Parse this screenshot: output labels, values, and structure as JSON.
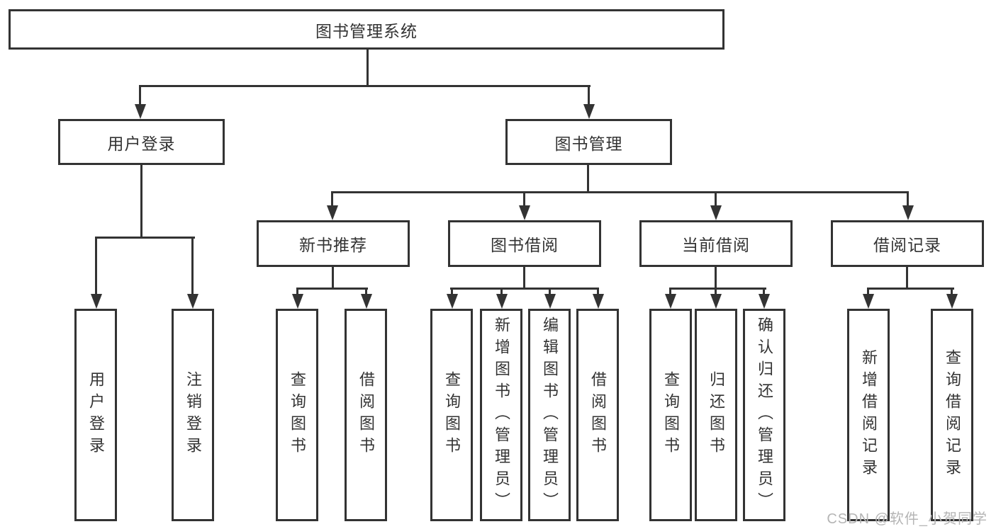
{
  "diagram": {
    "root": {
      "label": "图书管理系统"
    },
    "level2": {
      "user_login": {
        "label": "用户登录"
      },
      "book_mgmt": {
        "label": "图书管理"
      }
    },
    "level3": {
      "new_books": {
        "label": "新书推荐"
      },
      "book_borrow": {
        "label": "图书借阅"
      },
      "current_borrow": {
        "label": "当前借阅"
      },
      "borrow_records": {
        "label": "借阅记录"
      }
    },
    "leaves": {
      "user_login": [
        "用户登录",
        "注销登录"
      ],
      "new_books": [
        "查询图书",
        "借阅图书"
      ],
      "book_borrow": [
        "查询图书",
        "新增图书（管理员）",
        "编辑图书（管理员）",
        "借阅图书"
      ],
      "current_borrow": [
        "查询图书",
        "归还图书",
        "确认归还（管理员）"
      ],
      "borrow_records": [
        "新增借阅记录",
        "查询借阅记录"
      ]
    },
    "watermark": "CSDN @软件_小贺同学",
    "colors": {
      "line": "#333333",
      "text": "#333333",
      "watermark": "#b5b5b5",
      "background": "#ffffff"
    }
  }
}
